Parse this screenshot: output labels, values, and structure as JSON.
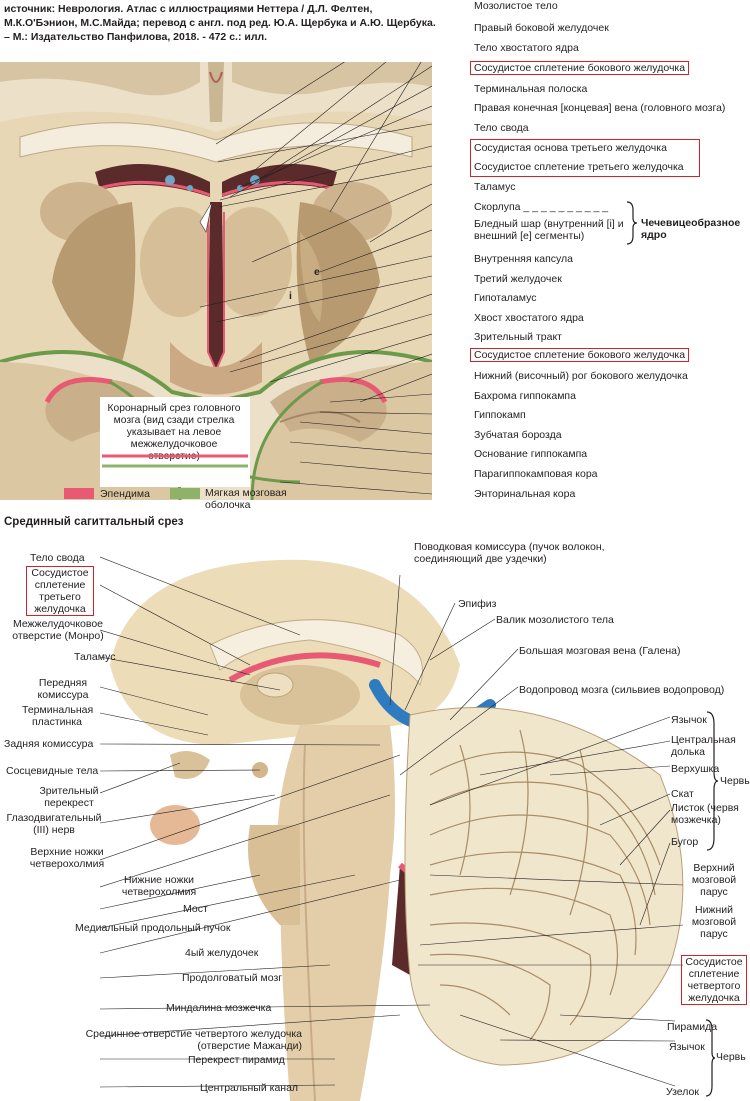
{
  "source": "источник: Неврология. Атлас с иллюстрациями Неттера / Д.Л. Фелтен, М.К.О'Бэнион, М.С.Майда; перевод с англ. под ред. Ю.А. Щербука и А.Ю. Щербука. – М.: Издательство Панфилова, 2018. - 472 с.: илл.",
  "coronal": {
    "labels": [
      "Мозолистое тело",
      "Правый боковой желудочек",
      "Тело хвостатого ядра",
      "Сосудистое сплетение бокового желудочка",
      "Терминальная полоска",
      "Правая конечная [концевая] вена (головного мозга)",
      "Тело свода",
      "Сосудистая основа третьего желудочка",
      "Сосудистое сплетение третьего желудочка",
      "Таламус",
      "Скорлупа _ _ _ _ _ _ _ _ _ _",
      "Бледный шар (внутренний [i] и внешний [e] сегменты)",
      "Внутренняя капсула",
      "Третий желудочек",
      "Гипоталамус",
      "Хвост хвостатого ядра",
      "Зрительный тракт",
      "Сосудистое сплетение бокового желудочка",
      "Нижний (височный) рог бокового желудочка",
      "Бахрома гиппокампа",
      "Гиппокамп",
      "Зубчатая борозда",
      "Основание гиппокампа",
      "Парагиппокамповая кора",
      "Энторинальная кора"
    ],
    "lentiform": "Чечевицеобразное ядро",
    "marker_e": "e",
    "marker_i": "i",
    "caption": "Коронарный срез головного мозга (вид сзади стрелка указывает на левое межжелудочковое отверстие)",
    "legend": [
      {
        "label": "Эпендима",
        "color": "#e85a73"
      },
      {
        "label": "Мягкая мозговая оболочка",
        "color": "#8fb26b"
      }
    ]
  },
  "sagittal": {
    "title": "Срединный сагиттальный срез",
    "left_labels": [
      "Тело свода",
      "Сосудистое сплетение третьего желудочка",
      "Межжелудочковое отверстие (Монро)",
      "Таламус",
      "Передняя комиссура",
      "Терминальная пластинка",
      "Задняя комиссура",
      "Сосцевидные тела",
      "Зрительный перекрест",
      "Глазодвигательный (III) нерв",
      "Верхние ножки четверохолмия",
      "Нижние ножки четверохолмия",
      "Мост",
      "Медиальный продольный пучок",
      "4ый желудочек",
      "Продолговатый мозг",
      "Миндалина мозжечка",
      "Срединное отверстие четвертого желудочка (отверстие Мажанди)",
      "Перекрест пирамид",
      "Центральный канал"
    ],
    "right_labels": [
      "Поводковая комиссура (пучок волокон, соединяющий две уздечки)",
      "Эпифиз",
      "Валик мозолистого тела",
      "Большая мозговая вена (Галена)",
      "Водопровод мозга (сильвиев водопровод)",
      "Язычок",
      "Центральная долька",
      "Верхушка",
      "Скат",
      "Листок (червя мозжечка)",
      "Бугор",
      "Верхний мозговой парус",
      "Нижний мозговой парус",
      "Сосудистое сплетение четвертого желудочка",
      "Пирамида",
      "Язычок",
      "Узелок"
    ],
    "vermis": "Червь"
  }
}
